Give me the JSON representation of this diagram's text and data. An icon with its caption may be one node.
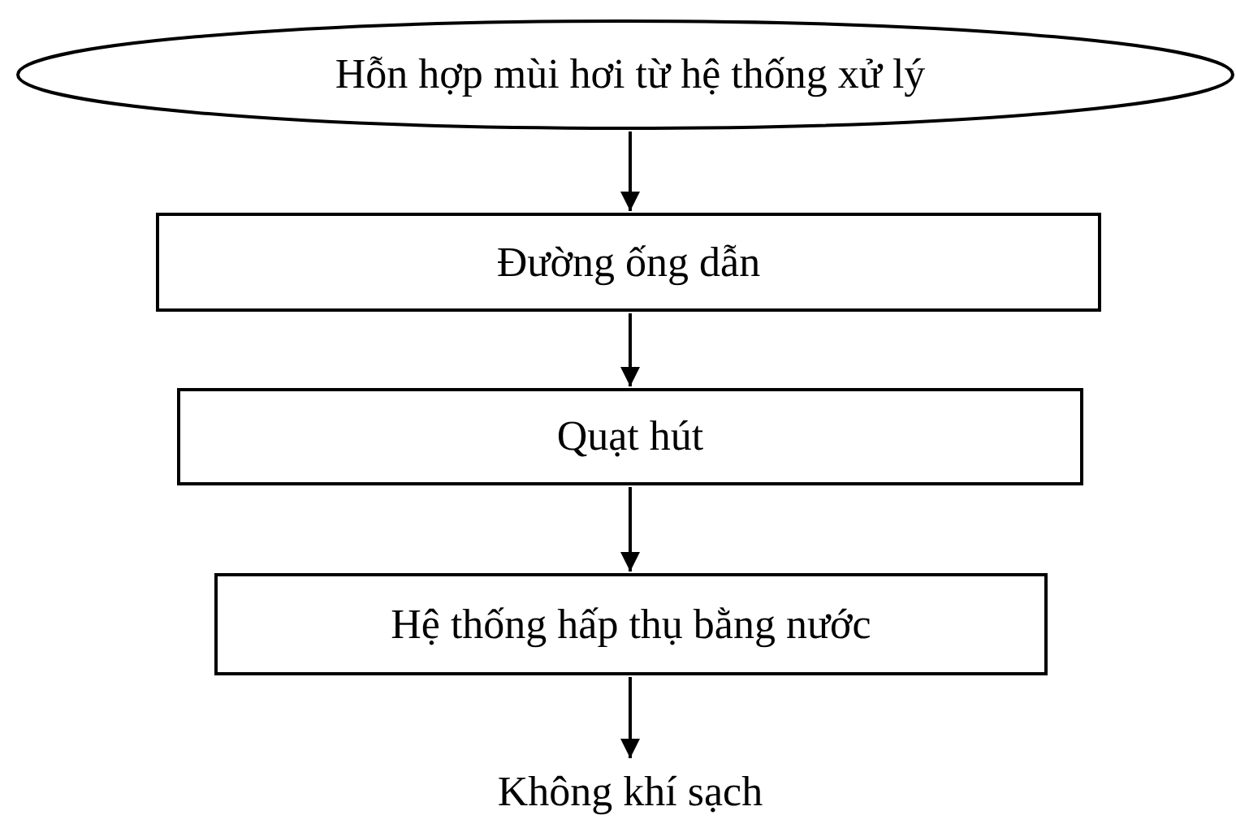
{
  "diagram": {
    "nodes": [
      {
        "text": [
          "Hỗn hợp mùi hơi từ hệ thống xử lý"
        ]
      },
      {
        "text": [
          "Đường ống dẫn"
        ]
      },
      {
        "text": [
          "Quạt hút"
        ]
      },
      {
        "text": [
          "Hệ thống hấp thụ bằng nước"
        ]
      },
      {
        "text": [
          "Không khí sạch"
        ]
      }
    ],
    "edges": [
      {
        "from": 0,
        "to": 1,
        "arrow": "to"
      },
      {
        "from": 1,
        "to": 2,
        "arrow": "to"
      },
      {
        "from": 2,
        "to": 3,
        "arrow": "to"
      },
      {
        "from": 3,
        "to": 4,
        "arrow": "to"
      }
    ]
  }
}
